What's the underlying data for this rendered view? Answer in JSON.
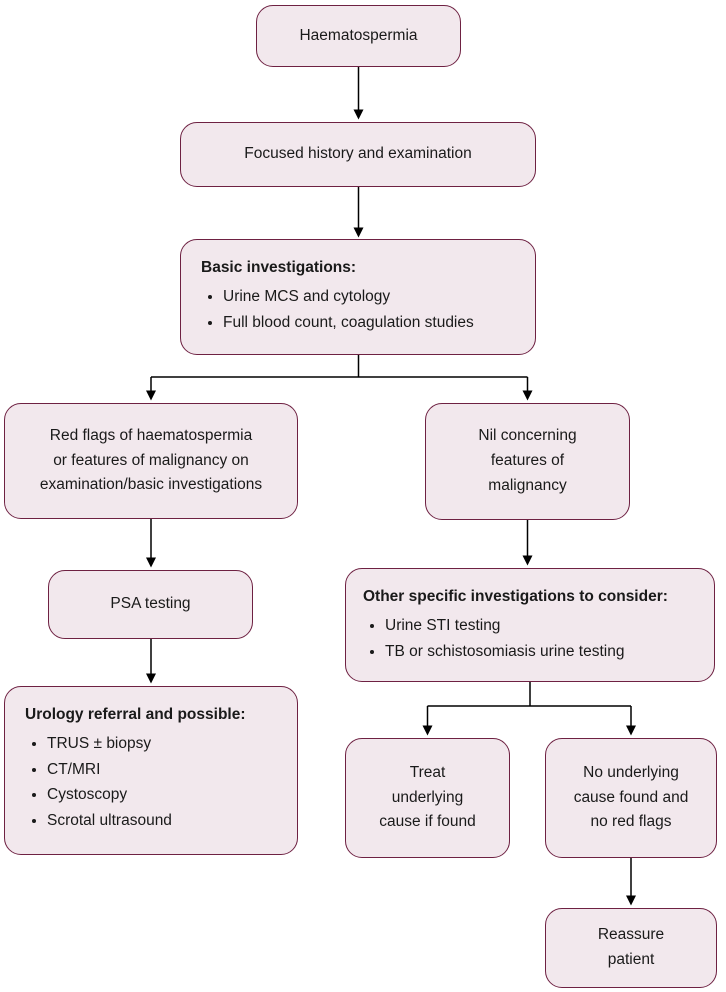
{
  "diagram": {
    "colors": {
      "box_fill": "#f2e8ed",
      "box_border": "#6e2142",
      "arrow": "#000000"
    },
    "nodes": {
      "haematospermia": {
        "title": "Haematospermia"
      },
      "focused_history": {
        "title": "Focused history and examination"
      },
      "basic_investigations": {
        "title": "Basic investigations:",
        "bullets": [
          "Urine MCS and cytology",
          "Full blood count, coagulation studies"
        ]
      },
      "red_flags": {
        "title": "Red flags of haematospermia\nor features of malignancy on\nexamination/basic investigations"
      },
      "nil_concerning": {
        "title": "Nil concerning\nfeatures of\nmalignancy"
      },
      "psa_testing": {
        "title": "PSA testing"
      },
      "urology_referral": {
        "title": "Urology referral and possible:",
        "bullets": [
          "TRUS ± biopsy",
          "CT/MRI",
          "Cystoscopy",
          "Scrotal ultrasound"
        ]
      },
      "other_investigations": {
        "title": "Other specific investigations to consider:",
        "bullets": [
          "Urine STI testing",
          "TB or schistosomiasis urine testing"
        ]
      },
      "treat_underlying": {
        "title": "Treat\nunderlying\ncause if found"
      },
      "no_underlying": {
        "title": "No underlying\ncause found and\nno red flags"
      },
      "reassure": {
        "title": "Reassure\npatient"
      }
    }
  }
}
